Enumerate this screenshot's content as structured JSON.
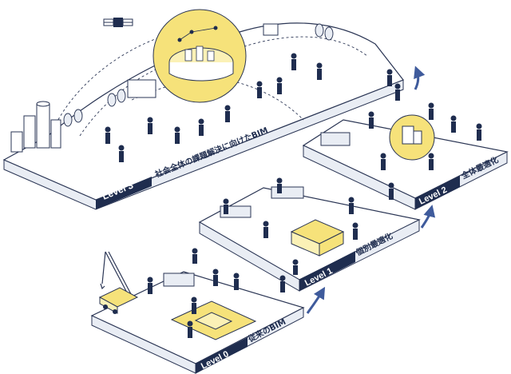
{
  "colors": {
    "navy": "#1f2d4f",
    "yellow": "#f6e27a",
    "pale_yellow": "#fbf1b6",
    "platform": "#ffffff",
    "platform_side": "#e9edf4",
    "accent_blue": "#3f5b9c",
    "line": "#2a3554"
  },
  "levels": [
    {
      "tag": "Level 0",
      "caption": "従来のBIM"
    },
    {
      "tag": "Level 1",
      "caption": "個別最適化"
    },
    {
      "tag": "Level 2",
      "caption": "全体最適化"
    },
    {
      "tag": "Level 3",
      "caption": "社会全体の課題解決に向けたBIM"
    }
  ],
  "icons": [
    "satellite-icon",
    "crane-icon",
    "truck-icon",
    "city-icon",
    "tree-icon",
    "person-icon",
    "arrow-icon"
  ]
}
